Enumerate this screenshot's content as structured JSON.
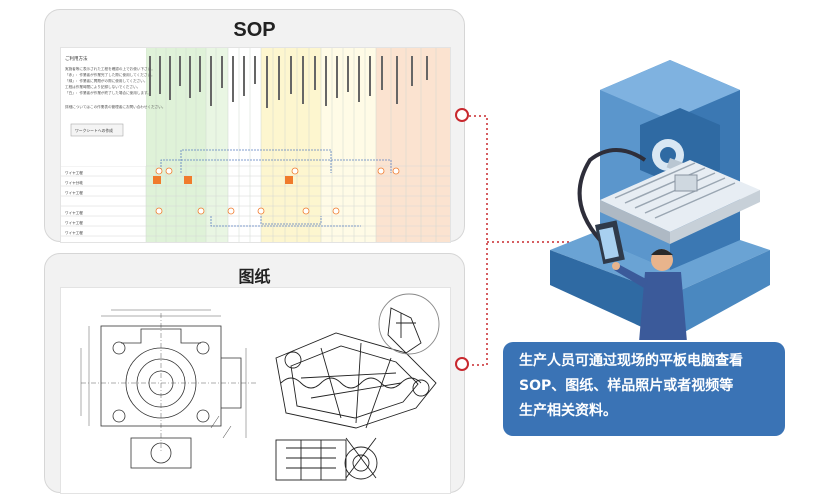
{
  "sop": {
    "title": "SOP",
    "doc": {
      "heading": "ご利用方法",
      "instructions": [
        "実施者等に表示された工程を確認の上でお使い下さい。",
        "「赤」：作業者が作業完了した際に使用してください。",
        "「緑」：作業者に問題がの際に使用してください。",
        "工程は作業時間により記録しないでください。",
        "「白」：作業者が作業が終了した場合に使用します。"
      ],
      "note": "詳細についてはこの作業表の管理者にお問い合わせください。",
      "button_label": "ワークシートへの作成",
      "row_labels": [
        "ワイヤ工程",
        "ワイヤ分岐",
        "ワイヤ工程",
        "ワイヤ工程",
        "ワイヤ工程",
        "ワイヤ工程"
      ]
    }
  },
  "drawings": {
    "title": "图纸"
  },
  "bubble_lines": [
    "生产人员可通过现场的平板电脑查看",
    "SOP、图纸、样品照片或者视频等",
    "生产相关资料。"
  ],
  "colors": {
    "accent_red": "#c8282e",
    "bubble_blue": "#3a73b5",
    "machine_blue": "#4a88c0",
    "column_green": "#dff2d8",
    "column_yellow": "#fdf6cf",
    "column_orange": "#fbe3d0"
  }
}
